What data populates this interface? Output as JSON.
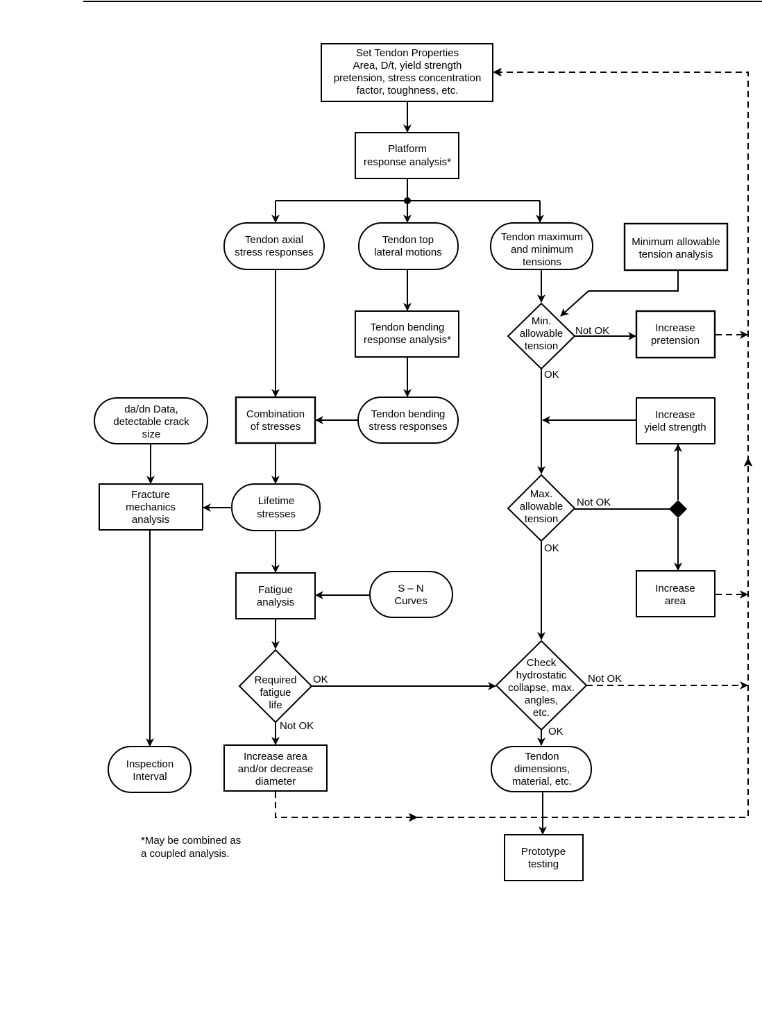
{
  "diagram": {
    "type": "flowchart",
    "footnote": [
      "*May be combined as",
      "a coupled analysis."
    ],
    "nodes": {
      "set_props": {
        "shape": "rect",
        "lines": [
          "Set Tendon Properties",
          "Area, D/t, yield strength",
          "pretension, stress concentration",
          "factor, toughness, etc."
        ]
      },
      "platform": {
        "shape": "rect",
        "lines": [
          "Platform",
          "response analysis*"
        ]
      },
      "axial": {
        "shape": "terminal",
        "lines": [
          "Tendon axial",
          "stress responses"
        ]
      },
      "lateral": {
        "shape": "terminal",
        "lines": [
          "Tendon top",
          "lateral motions"
        ]
      },
      "maxmin": {
        "shape": "terminal",
        "lines": [
          "Tendon maximum",
          "and minimum",
          "tensions"
        ]
      },
      "min_analysis": {
        "shape": "rect",
        "lines": [
          "Minimum allowable",
          "tension analysis"
        ]
      },
      "min_decision": {
        "shape": "decision",
        "lines": [
          "Min.",
          "allowable",
          "tension"
        ]
      },
      "inc_pretension": {
        "shape": "rect",
        "lines": [
          "Increase",
          "pretension"
        ]
      },
      "bending_analysis": {
        "shape": "rect",
        "lines": [
          "Tendon bending",
          "response analysis*"
        ]
      },
      "dadn": {
        "shape": "terminal",
        "lines": [
          "da/dn Data,",
          "detectable crack",
          "size"
        ]
      },
      "combination": {
        "shape": "rect",
        "lines": [
          "Combination",
          "of stresses"
        ]
      },
      "bending_stress": {
        "shape": "terminal",
        "lines": [
          "Tendon bending",
          "stress responses"
        ]
      },
      "inc_yield": {
        "shape": "rect",
        "lines": [
          "Increase",
          "yield strength"
        ]
      },
      "fracture": {
        "shape": "rect",
        "lines": [
          "Fracture",
          "mechanics",
          "analysis"
        ]
      },
      "lifetime": {
        "shape": "terminal",
        "lines": [
          "Lifetime",
          "stresses"
        ]
      },
      "max_decision": {
        "shape": "decision",
        "lines": [
          "Max.",
          "allowable",
          "tension"
        ]
      },
      "inc_area": {
        "shape": "rect",
        "lines": [
          "Increase",
          "area"
        ]
      },
      "fatigue": {
        "shape": "rect",
        "lines": [
          "Fatigue",
          "analysis"
        ]
      },
      "sn": {
        "shape": "terminal",
        "lines": [
          "S – N",
          "Curves"
        ]
      },
      "fatigue_decision": {
        "shape": "decision",
        "lines": [
          "Required",
          "fatigue",
          "life"
        ]
      },
      "hydro_decision": {
        "shape": "decision",
        "lines": [
          "Check",
          "hydrostatic",
          "collapse, max.",
          "angles,",
          "etc."
        ]
      },
      "inspection": {
        "shape": "terminal",
        "lines": [
          "Inspection",
          "Interval"
        ]
      },
      "inc_area_dia": {
        "shape": "rect",
        "lines": [
          "Increase area",
          "and/or decrease",
          "diameter"
        ]
      },
      "dimensions": {
        "shape": "terminal",
        "lines": [
          "Tendon",
          "dimensions,",
          "material, etc."
        ]
      },
      "prototype": {
        "shape": "rect",
        "lines": [
          "Prototype",
          "testing"
        ]
      }
    },
    "edge_labels": {
      "min_not_ok": "Not OK",
      "min_ok": "OK",
      "max_not_ok": "Not OK",
      "max_ok": "OK",
      "fatigue_ok": "OK",
      "fatigue_not_ok": "Not OK",
      "hydro_not_ok": "Not OK",
      "hydro_ok": "OK"
    },
    "edges": [
      {
        "from": "set_props",
        "to": "platform",
        "style": "solid"
      },
      {
        "from": "platform",
        "to": "axial",
        "style": "solid"
      },
      {
        "from": "platform",
        "to": "lateral",
        "style": "solid"
      },
      {
        "from": "platform",
        "to": "maxmin",
        "style": "solid"
      },
      {
        "from": "lateral",
        "to": "bending_analysis",
        "style": "solid"
      },
      {
        "from": "bending_analysis",
        "to": "bending_stress",
        "style": "solid"
      },
      {
        "from": "bending_stress",
        "to": "combination",
        "style": "solid"
      },
      {
        "from": "axial",
        "to": "combination",
        "style": "solid"
      },
      {
        "from": "combination",
        "to": "lifetime",
        "style": "solid"
      },
      {
        "from": "lifetime",
        "to": "fracture",
        "style": "solid"
      },
      {
        "from": "dadn",
        "to": "fracture",
        "style": "solid"
      },
      {
        "from": "fracture",
        "to": "inspection",
        "style": "solid"
      },
      {
        "from": "lifetime",
        "to": "fatigue",
        "style": "solid"
      },
      {
        "from": "sn",
        "to": "fatigue",
        "style": "solid"
      },
      {
        "from": "fatigue",
        "to": "fatigue_decision",
        "style": "solid"
      },
      {
        "from": "fatigue_decision",
        "to": "hydro_decision",
        "label": "OK",
        "style": "solid"
      },
      {
        "from": "fatigue_decision",
        "to": "inc_area_dia",
        "label": "Not OK",
        "style": "solid"
      },
      {
        "from": "inc_area_dia",
        "to": "set_props",
        "style": "dashed"
      },
      {
        "from": "maxmin",
        "to": "min_decision",
        "style": "solid"
      },
      {
        "from": "min_analysis",
        "to": "min_decision",
        "style": "solid"
      },
      {
        "from": "min_decision",
        "to": "inc_pretension",
        "label": "Not OK",
        "style": "solid"
      },
      {
        "from": "inc_pretension",
        "to": "set_props",
        "style": "dashed"
      },
      {
        "from": "min_decision",
        "to": "max_decision",
        "label": "OK",
        "style": "solid"
      },
      {
        "from": "inc_yield",
        "to": "max_decision",
        "style": "solid"
      },
      {
        "from": "max_decision",
        "to": "inc_yield",
        "label": "Not OK",
        "style": "solid"
      },
      {
        "from": "max_decision",
        "to": "inc_area",
        "label": "Not OK",
        "style": "solid"
      },
      {
        "from": "inc_area",
        "to": "set_props",
        "style": "dashed"
      },
      {
        "from": "max_decision",
        "to": "hydro_decision",
        "label": "OK",
        "style": "solid"
      },
      {
        "from": "hydro_decision",
        "to": "set_props",
        "label": "Not OK",
        "style": "dashed"
      },
      {
        "from": "hydro_decision",
        "to": "dimensions",
        "label": "OK",
        "style": "solid"
      },
      {
        "from": "dimensions",
        "to": "prototype",
        "style": "solid"
      }
    ]
  }
}
